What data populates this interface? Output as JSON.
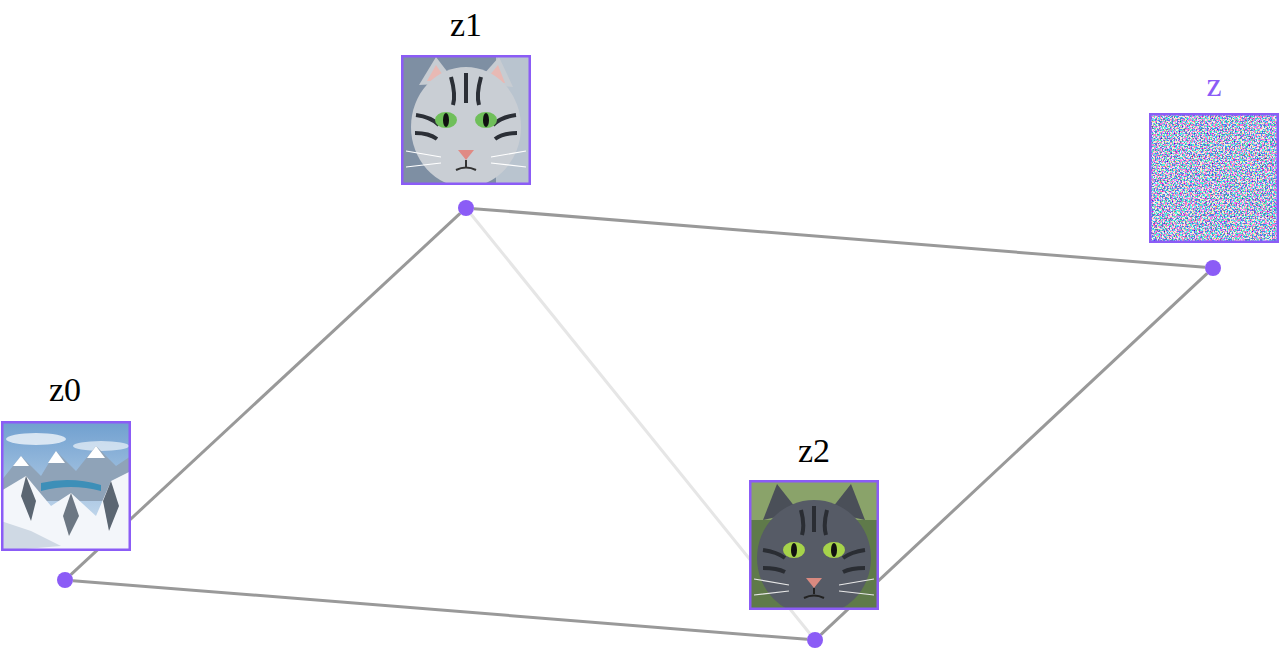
{
  "diagram": {
    "nodes": [
      {
        "text": [
          "z0"
        ]
      },
      {
        "text": [
          "z1"
        ]
      },
      {
        "text": [
          "z2"
        ]
      },
      {
        "text": [
          "z"
        ]
      }
    ],
    "edges": [
      {
        "from": 0,
        "to": 1,
        "arrow": "none"
      },
      {
        "from": 1,
        "to": 3,
        "arrow": "none"
      },
      {
        "from": 0,
        "to": 2,
        "arrow": "none"
      },
      {
        "from": 2,
        "to": 3,
        "arrow": "none"
      },
      {
        "from": 1,
        "to": 2,
        "arrow": "none"
      }
    ]
  }
}
